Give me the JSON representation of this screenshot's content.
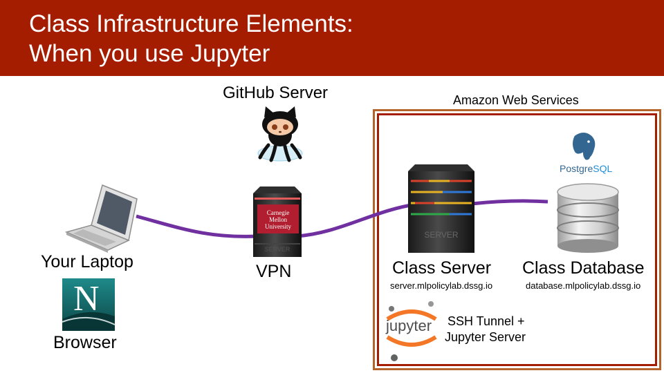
{
  "slide": {
    "title_line1": "Class Infrastructure Elements:",
    "title_line2": "When you use Jupyter",
    "header_color": "#a51d00",
    "accent_border": "#b4632a",
    "connection_color": "#7030a0"
  },
  "nodes": {
    "github": {
      "label": "GitHub Server",
      "icon": "octocat-icon"
    },
    "laptop": {
      "label": "Your Laptop",
      "icon": "laptop-icon"
    },
    "browser": {
      "label": "Browser",
      "icon": "netscape-icon",
      "logo_letter": "N"
    },
    "vpn": {
      "label": "VPN",
      "icon": "server-tower-icon",
      "logo_text": "Carnegie Mellon University"
    },
    "class_server": {
      "label": "Class Server",
      "host": "server.mlpolicylab.dssg.io",
      "icon": "server-tower-icon"
    },
    "class_database": {
      "label": "Class Database",
      "host": "database.mlpolicylab.dssg.io",
      "icon": "database-icon"
    },
    "postgres": {
      "icon": "postgresql-logo-icon",
      "logo_text_1": "Postgre",
      "logo_text_2": "SQL"
    },
    "jupyter": {
      "icon": "jupyter-logo-icon",
      "logo_text": "jupyter",
      "note_line1": "SSH Tunnel +",
      "note_line2": "Jupyter Server"
    }
  },
  "groups": {
    "aws": {
      "label": "Amazon Web Services"
    }
  }
}
